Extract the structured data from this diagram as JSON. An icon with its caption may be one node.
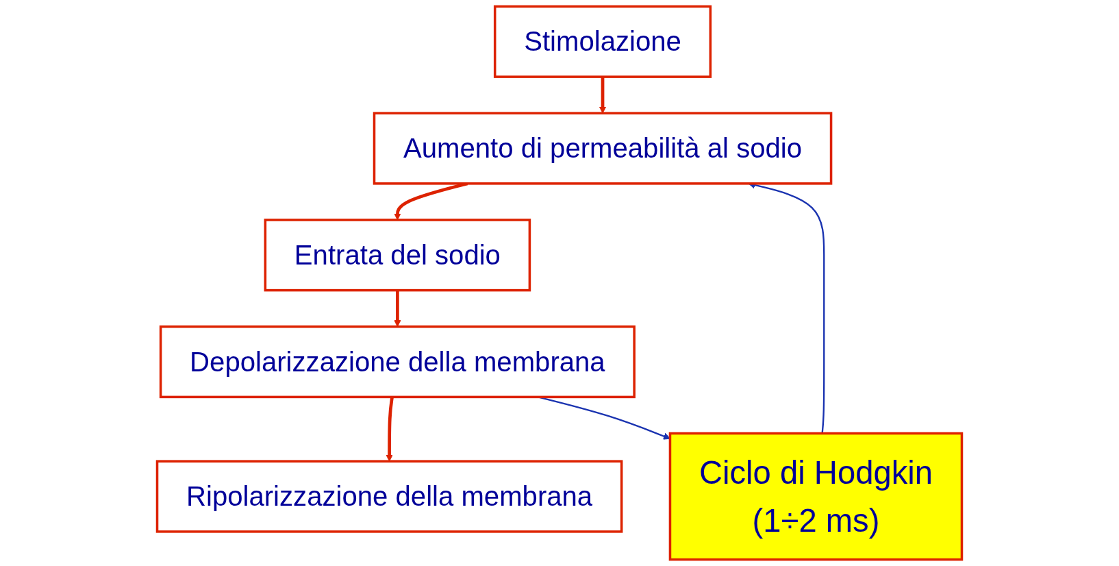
{
  "diagram": {
    "nodes": [
      {
        "text": [
          "Stimolazione"
        ]
      },
      {
        "text": [
          "Aumento di permeabilità al sodio"
        ]
      },
      {
        "text": [
          "Entrata del sodio"
        ]
      },
      {
        "text": [
          "Depolarizzazione della membrana"
        ]
      },
      {
        "text": [
          "Ripolarizzazione della membrana"
        ]
      },
      {
        "text": [
          "Ciclo di Hodgkin",
          "(1÷2 ms)"
        ]
      }
    ],
    "edges": [
      {
        "from": 0,
        "to": 1,
        "arrow": "to"
      },
      {
        "from": 1,
        "to": 2,
        "arrow": "to"
      },
      {
        "from": 2,
        "to": 3,
        "arrow": "to"
      },
      {
        "from": 3,
        "to": 4,
        "arrow": "to"
      },
      {
        "from": 5,
        "to": 1,
        "arrow": "to",
        "color": "#1a33b0"
      },
      {
        "from": 3,
        "to": 5,
        "arrow": "to",
        "color": "#1a33b0"
      }
    ]
  }
}
